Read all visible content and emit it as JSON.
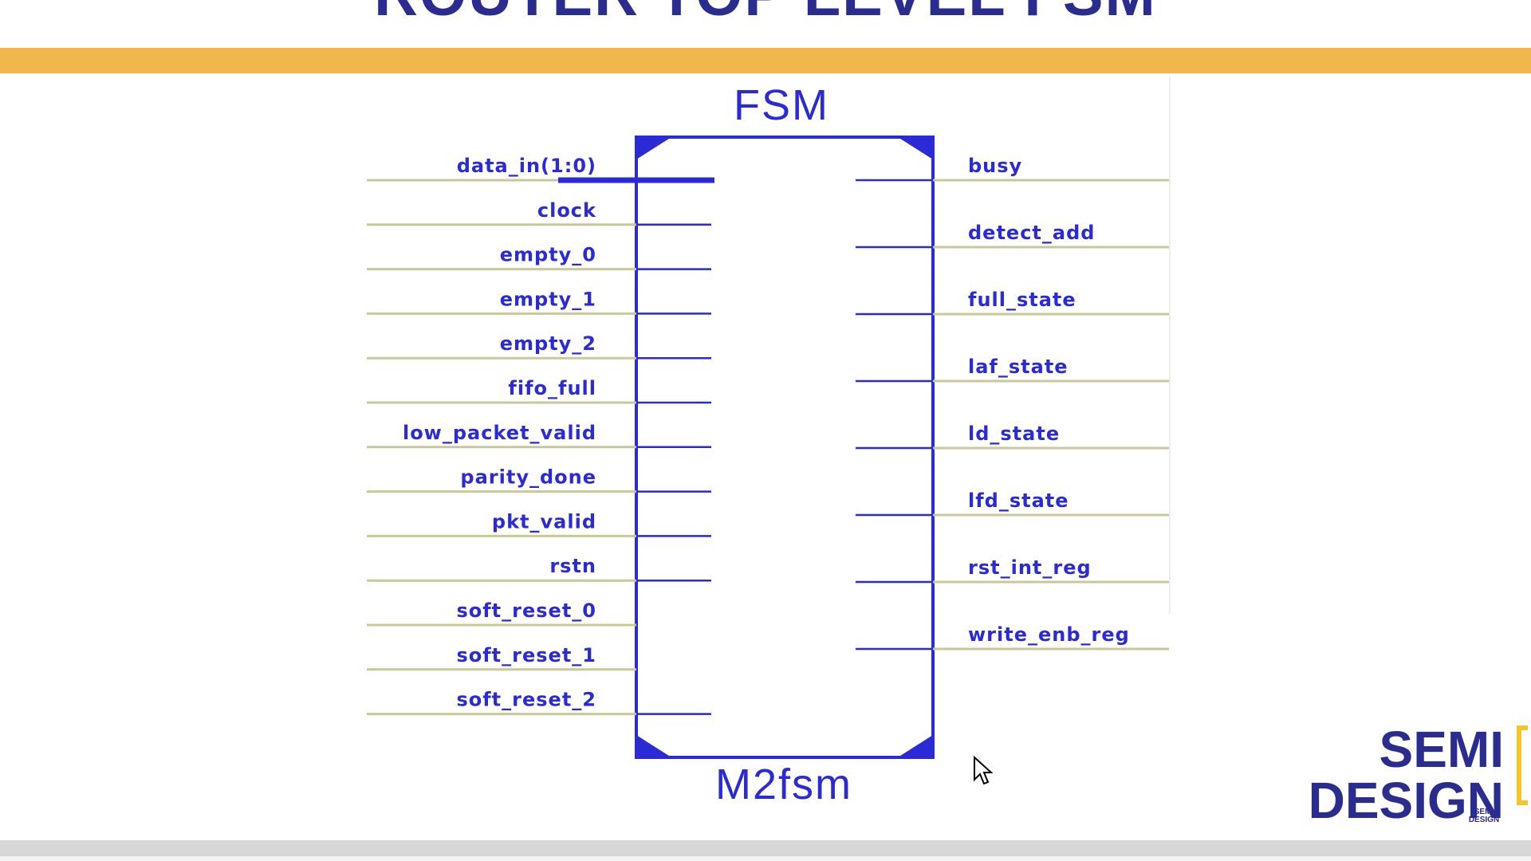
{
  "slide": {
    "title": "ROUTER TOP LEVEL FSM"
  },
  "diagram": {
    "block_label_top": "FSM",
    "block_label_bottom": "M2fsm",
    "inputs": [
      "data_in(1:0)",
      "clock",
      "empty_0",
      "empty_1",
      "empty_2",
      "fifo_full",
      "low_packet_valid",
      "parity_done",
      "pkt_valid",
      "rstn",
      "soft_reset_0",
      "soft_reset_1",
      "soft_reset_2"
    ],
    "outputs": [
      "busy",
      "detect_add",
      "full_state",
      "laf_state",
      "ld_state",
      "lfd_state",
      "rst_int_reg",
      "write_enb_reg"
    ],
    "colors": {
      "block": "#2a2ad6",
      "wire": "#c8c89a",
      "text": "#2a2ad6"
    }
  },
  "logo": {
    "line1": "SEMI",
    "line2": "DESIGN",
    "mini": "SEMI DESIGN"
  }
}
